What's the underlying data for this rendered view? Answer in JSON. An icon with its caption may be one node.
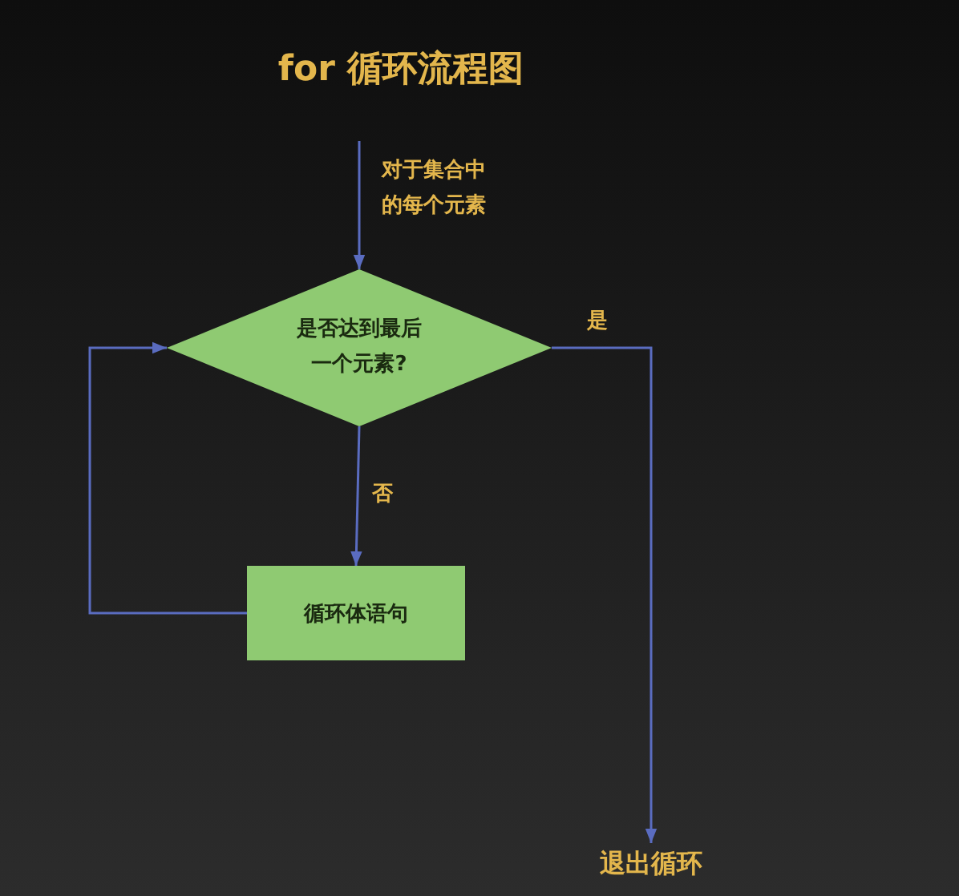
{
  "diagram": {
    "title": "for 循环流程图",
    "nodes": [
      {
        "text": [
          "是否达到最后一个元素?"
        ]
      },
      {
        "text": [
          "循环体语句"
        ]
      },
      {
        "text": [
          "退出循环"
        ]
      }
    ],
    "edges": [
      {
        "from": null,
        "to": 0,
        "arrow": "to",
        "label": "对于集合中的每个元素"
      },
      {
        "from": 0,
        "to": 1,
        "arrow": "to",
        "label": "否"
      },
      {
        "from": 1,
        "to": 0,
        "arrow": "to"
      },
      {
        "from": 0,
        "to": 2,
        "arrow": "to",
        "label": "是"
      }
    ]
  }
}
